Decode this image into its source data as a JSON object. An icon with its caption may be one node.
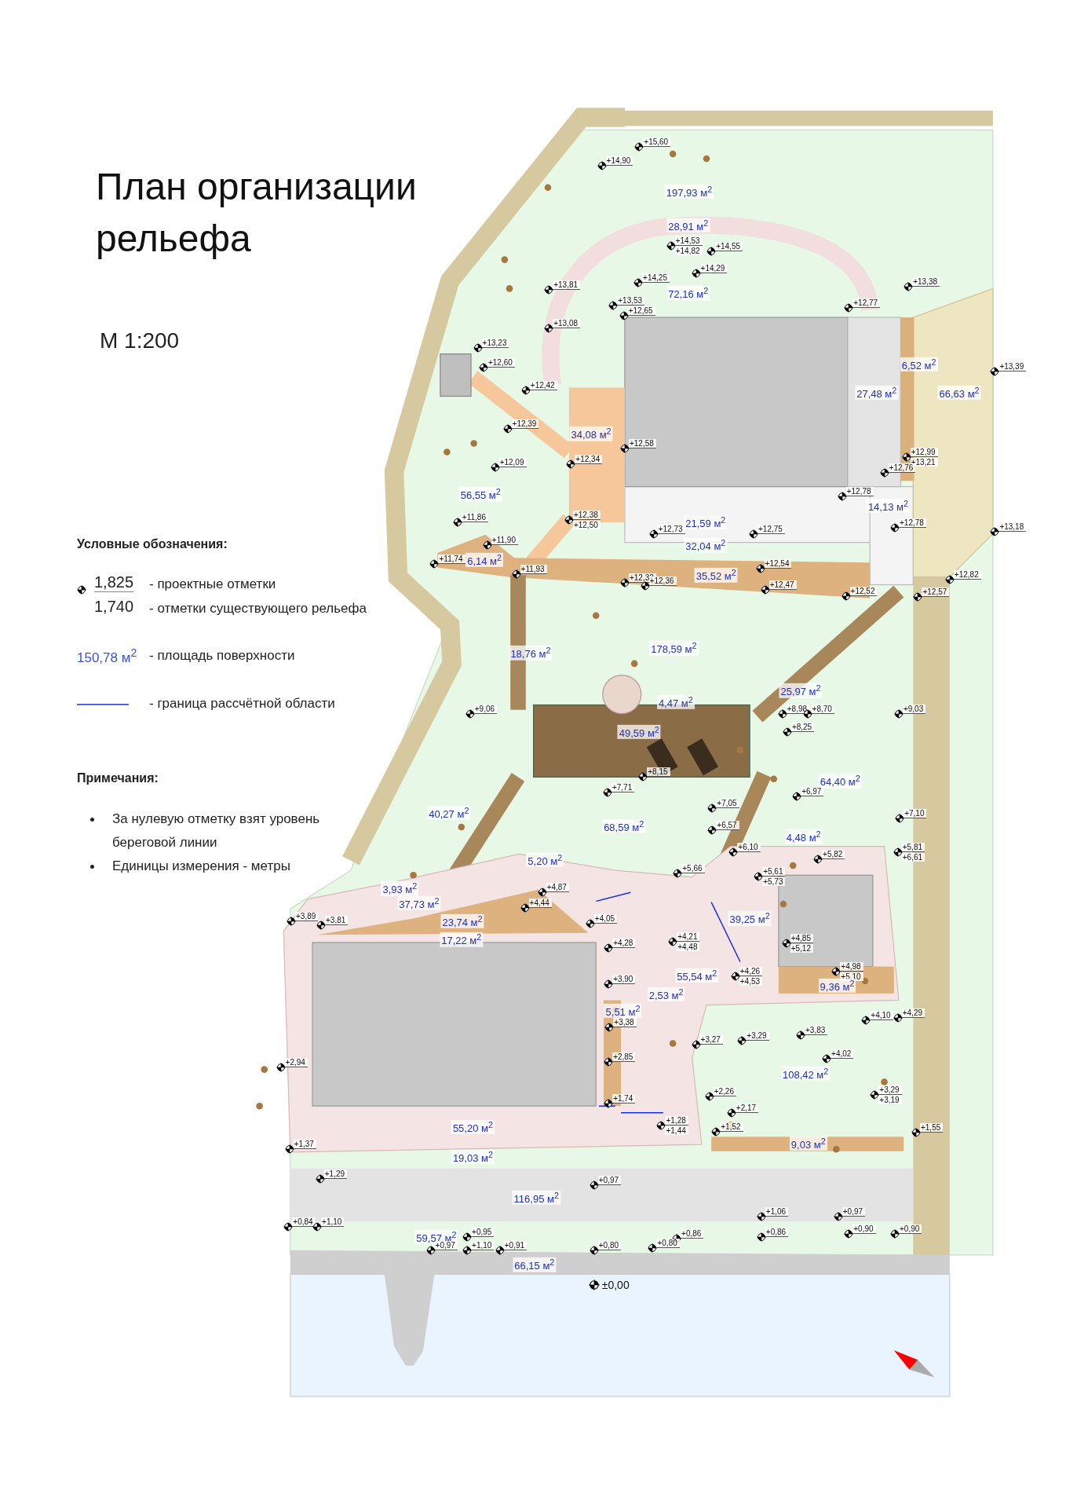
{
  "diagram": {
    "title": "План организации рельефа",
    "labels": [
      "М 1:200",
      "Условные обозначения:",
      "1,825",
      "1,740",
      "150,78 м$^{2}$",
      "Примечания:",
      "За нулевую отметку взят уровень береговой линии",
      "Единицы измерения - метры",
      "+15,60",
      "+14,90",
      "197,93 м$^{2}$",
      "28,91 м$^{2}$",
      "+14,53",
      "+14,82",
      "+14,55",
      "+14,29",
      "+14,25",
      "72,16 м$^{2}$",
      "+13,81",
      "+13,38",
      "+13,53",
      "+12,65",
      "+12,77",
      "+13,08",
      "+13,23",
      "+12,60",
      "+12,42",
      "6,52 м$^{2}$",
      "+13,39",
      "27,48 м$^{2}$",
      "66,63 м$^{2}$",
      "+12,39",
      "34,08 м$^{2}$",
      "+12,58",
      "+12,99",
      "+12,09",
      "+12,34",
      "+13,21",
      "+12,76",
      "56,55 м$^{2}$",
      "+12,78",
      "14,13 м$^{2}$",
      "+12,38",
      "+12,50",
      "+11,86",
      "21,59 м$^{2}$",
      "+12,73",
      "+12,75",
      "+12,78",
      "+13,18",
      "32,04 м$^{2}$",
      "+11,90",
      "6,14 м$^{2}$",
      "+11,74",
      "+11,93",
      "35,52 м$^{2}$",
      "+12,54",
      "+12,32",
      "+12,36",
      "+12,47",
      "+12,52",
      "+12,57",
      "+12,82",
      "18,76 м$^{2}$",
      "178,59 м$^{2}$",
      "25,97 м$^{2}$",
      "4,47 м$^{2}$",
      "+9,06",
      "+8,98",
      "+8,70",
      "+9,03",
      "+8,25",
      "49,59 м$^{2}$",
      "64,40 м$^{2}$",
      "+8,15",
      "+7,71",
      "+6,97",
      "40,27 м$^{2}$",
      "+7,05",
      "68,59 м$^{2}$",
      "+7,10",
      "+6,57",
      "4,48 м$^{2}$",
      "+6,10",
      "+5,82",
      "+5,81",
      "+6,61",
      "5,20 м$^{2}$",
      "+5,66",
      "+5,61",
      "+5,73",
      "3,93 м$^{2}$",
      "+4,87",
      "37,73 м$^{2}$",
      "+4,44",
      "+3,89",
      "+3,81",
      "23,74 м$^{2}$",
      "+4,05",
      "39,25 м$^{2}$",
      "+4,21",
      "+4,48",
      "17,22 м$^{2}$",
      "+4,28",
      "+4,85",
      "+5,12",
      "+4,26",
      "+4,53",
      "+4,98",
      "+5,10",
      "55,54 м$^{2}$",
      "+3,90",
      "9,36 м$^{2}$",
      "2,53 м$^{2}$",
      "5,51 м$^{2}$",
      "+4,10",
      "+4,29",
      "+3,38",
      "+3,83",
      "+3,27",
      "+3,29",
      "+4,02",
      "+2,94",
      "+2,85",
      "108,42 м$^{2}$",
      "+3,29",
      "+3,19",
      "+2,26",
      "+1,74",
      "+2,17",
      "55,20 м$^{2}$",
      "+1,28",
      "+1,44",
      "+1,52",
      "+1,55",
      "9,03 м$^{2}$",
      "+1,37",
      "19,03 м$^{2}$",
      "+1,29",
      "+0,97",
      "116,95 м$^{2}$",
      "+1,06",
      "+0,97",
      "+0,84",
      "+1,10",
      "59,57 м$^{2}$",
      "+0,95",
      "+0,90",
      "+0,90",
      "+0,86",
      "+0,86",
      "+0,97",
      "+1,10",
      "+0,91",
      "+0,80",
      "+0,80",
      "66,15 м$^{2}$",
      "±0,00"
    ],
    "legend": [
      {
        "text": "- проектные отметки"
      },
      {
        "text": "- отметки существующего рельефа"
      },
      {
        "text": "- площадь поверхности"
      },
      {
        "text": "- граница рассчётной области"
      }
    ]
  }
}
